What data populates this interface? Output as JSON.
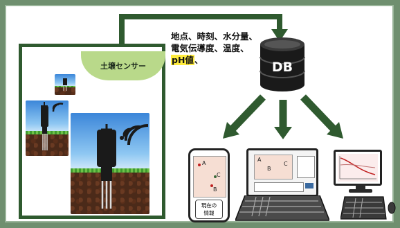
{
  "sensor_label": "土壌センサー",
  "data_lines": [
    "地点、時刻、水分量、",
    "電気伝導度、温度、"
  ],
  "data_ph": "pH値",
  "data_ph_suffix": "、",
  "db_label": "DB",
  "phone": {
    "point_a": "A",
    "point_b": "B",
    "point_c": "C",
    "button_line1": "現在の",
    "button_line2": "情報"
  },
  "laptop": {
    "point_a": "A",
    "point_b": "B",
    "point_c": "C"
  },
  "colors": {
    "frame": "#6f8f6f",
    "arrow": "#2f5a2f",
    "label_oval": "#b9d98a",
    "ph_highlight": "#ffec3d",
    "db": "#1a1a1a"
  }
}
